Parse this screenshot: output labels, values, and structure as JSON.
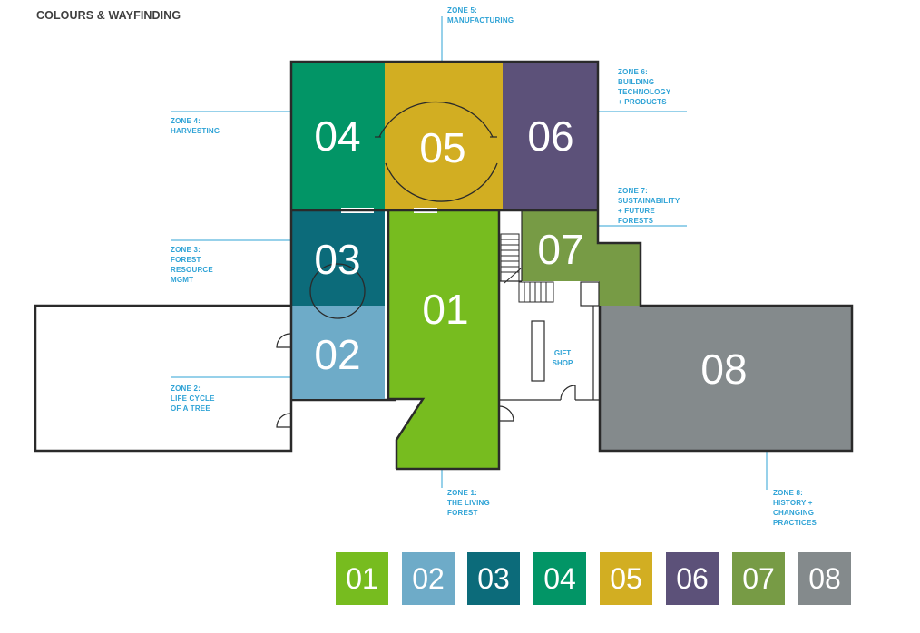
{
  "title": "COLOURS & WAYFINDING",
  "zones": [
    {
      "number": "01",
      "color": "#77bc1f",
      "label": [
        "ZONE 1:",
        "THE LIVING",
        "FOREST"
      ]
    },
    {
      "number": "02",
      "color": "#6eabc8",
      "label": [
        "ZONE 2:",
        "LIFE CYCLE",
        "OF A TREE"
      ]
    },
    {
      "number": "03",
      "color": "#0c6b7a",
      "label": [
        "ZONE 3:",
        "FOREST",
        "RESOURCE",
        "MGMT"
      ]
    },
    {
      "number": "04",
      "color": "#029566",
      "label": [
        "ZONE 4:",
        "HARVESTING"
      ]
    },
    {
      "number": "05",
      "color": "#d2ae22",
      "label": [
        "ZONE 5:",
        "MANUFACTURING"
      ]
    },
    {
      "number": "06",
      "color": "#5c5179",
      "label": [
        "ZONE 6:",
        "BUILDING",
        "TECHNOLOGY",
        "+ PRODUCTS"
      ]
    },
    {
      "number": "07",
      "color": "#779b45",
      "label": [
        "ZONE 7:",
        "SUSTAINABILITY",
        "+ FUTURE",
        "FORESTS"
      ]
    },
    {
      "number": "08",
      "color": "#848a8c",
      "label": [
        "ZONE 8:",
        "HISTORY +",
        "CHANGING",
        "PRACTICES"
      ]
    }
  ],
  "gift_shop": [
    "GIFT",
    "SHOP"
  ]
}
